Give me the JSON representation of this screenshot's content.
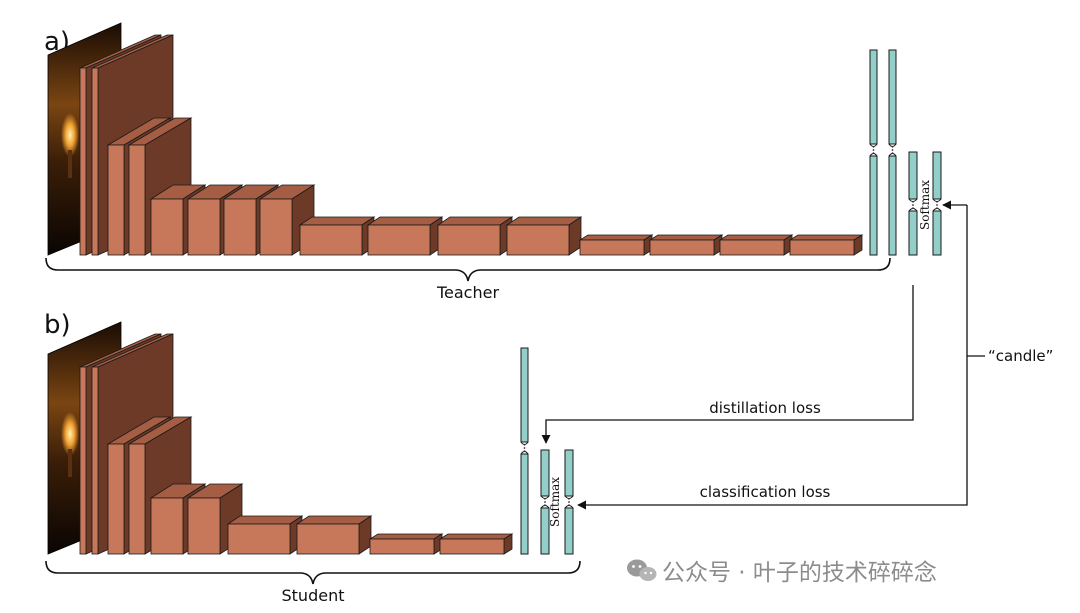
{
  "panels": {
    "a": {
      "label": "a)",
      "caption": "Teacher"
    },
    "b": {
      "label": "b)",
      "caption": "Student"
    }
  },
  "softmax_label": "Softmax",
  "arrows": {
    "distillation": "distillation loss",
    "classification": "classification loss",
    "target": "“candle”"
  },
  "watermark": {
    "text": "公众号 · 叶子的技术碎碎念",
    "icon": "wechat-icon"
  },
  "colors": {
    "block_front": "#c8785a",
    "block_top": "#a55e43",
    "block_side": "#6e3a28",
    "fc": "#93cfc8",
    "outline": "#1a1a1a"
  }
}
